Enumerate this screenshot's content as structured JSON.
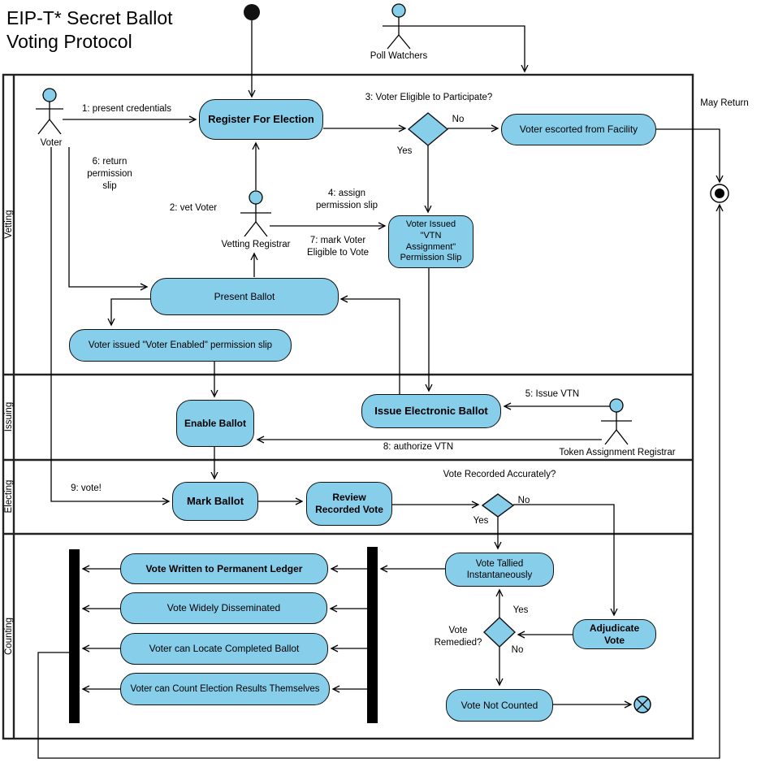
{
  "title": "EIP-T* Secret Ballot\nVoting Protocol",
  "lanes": {
    "vetting": "Vetting",
    "issuing": "Issuing",
    "electing": "Electing",
    "counting": "Counting"
  },
  "actors": {
    "poll_watchers": "Poll Watchers",
    "voter": "Voter",
    "vetting_registrar": "Vetting Registrar",
    "token_registrar": "Token Assignment Registrar"
  },
  "activities": {
    "register": "Register For Election",
    "escorted": "Voter escorted from Facility",
    "vtn_slip": "Voter Issued\n\"VTN\nAssignment\"\nPermission Slip",
    "present_ballot": "Present Ballot",
    "voter_enabled": "Voter issued \"Voter Enabled\" permission slip",
    "enable_ballot": "Enable Ballot",
    "issue_ballot": "Issue Electronic Ballot",
    "mark_ballot": "Mark Ballot",
    "review_vote": "Review\nRecorded Vote",
    "tallied": "Vote Tallied\nInstantaneously",
    "adjudicate": "Adjudicate Vote",
    "ledger": "Vote Written to Permanent Ledger",
    "disseminated": "Vote Widely Disseminated",
    "locate": "Voter can Locate Completed Ballot",
    "count_results": "Voter can Count Election Results Themselves",
    "not_counted": "Vote Not Counted"
  },
  "decisions": {
    "eligible": {
      "question": "3: Voter Eligible to Participate?",
      "yes": "Yes",
      "no": "No"
    },
    "recorded": {
      "question": "Vote Recorded Accurately?",
      "yes": "Yes",
      "no": "No"
    },
    "remedied": {
      "question": "Vote\nRemedied?",
      "yes": "Yes",
      "no": "No"
    }
  },
  "messages": {
    "m1": "1: present credentials",
    "m2": "2: vet Voter",
    "m4": "4: assign\npermission slip",
    "m5": "5: Issue VTN",
    "m6": "6: return\npermission\nslip",
    "m7": "7: mark Voter\nEligible to Vote",
    "m8": "8: authorize VTN",
    "m9": "9: vote!",
    "may_return": "May Return"
  },
  "colors": {
    "node_fill": "#87CEEB",
    "node_border": "#111111",
    "line": "#000000",
    "lane_border": "#222222"
  }
}
